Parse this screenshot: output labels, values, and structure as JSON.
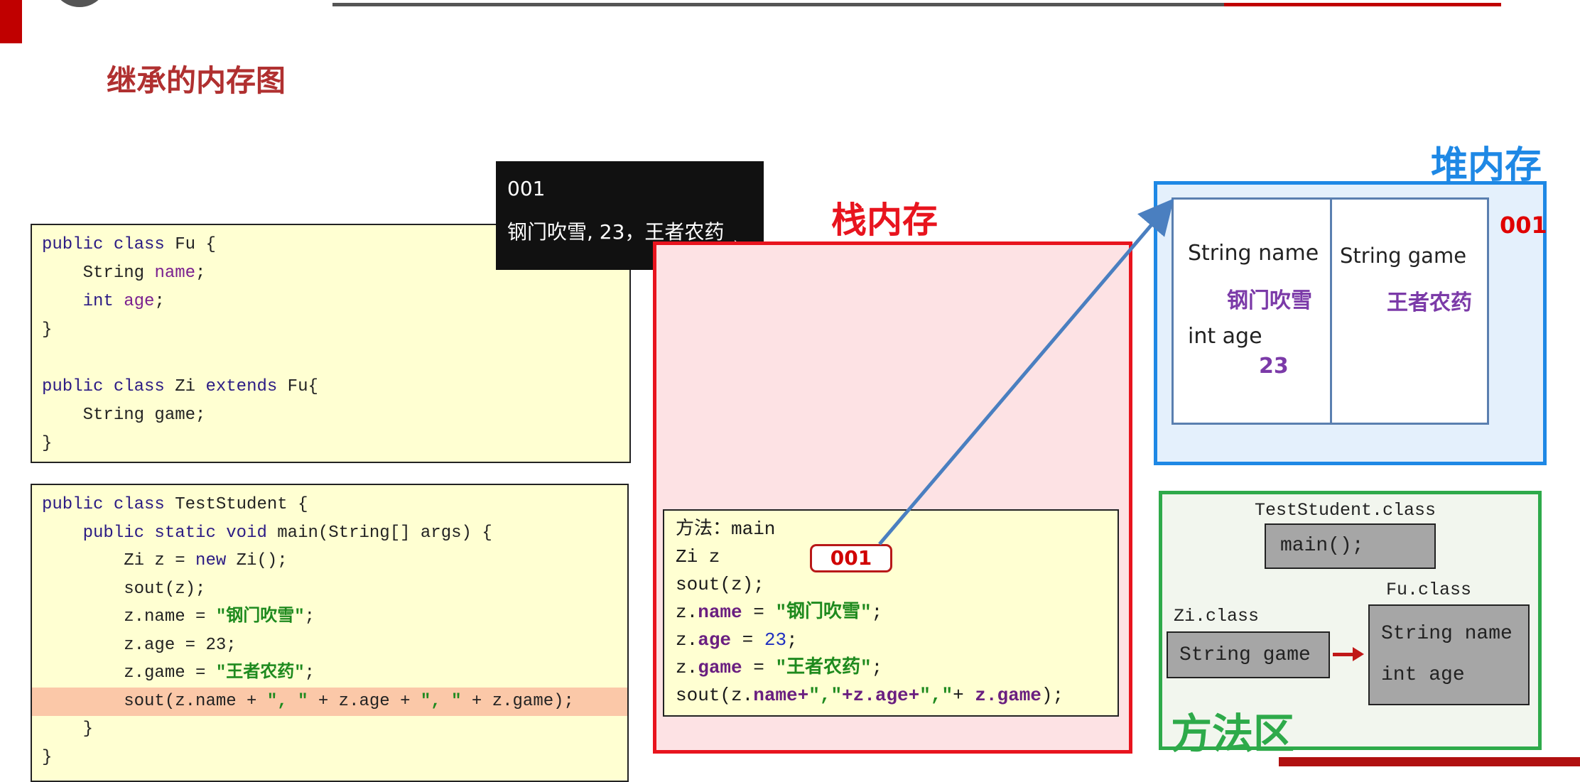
{
  "slide": {
    "title": "继承的内存图"
  },
  "tooltip": {
    "line1": "001",
    "line2": "钢门吹雪, 23，王者农药"
  },
  "code_fu_zi": [
    [
      {
        "t": "public class ",
        "c": "k"
      },
      {
        "t": "Fu {",
        "c": ""
      }
    ],
    [
      {
        "t": "    String ",
        "c": ""
      },
      {
        "t": "name",
        "c": "f"
      },
      {
        "t": ";",
        "c": ""
      }
    ],
    [
      {
        "t": "    int ",
        "c": "k"
      },
      {
        "t": "age",
        "c": "f"
      },
      {
        "t": ";",
        "c": ""
      }
    ],
    [
      {
        "t": "}",
        "c": ""
      }
    ],
    [],
    [
      {
        "t": "public class ",
        "c": "k"
      },
      {
        "t": "Zi ",
        "c": ""
      },
      {
        "t": "extends ",
        "c": "k"
      },
      {
        "t": "Fu{",
        "c": ""
      }
    ],
    [
      {
        "t": "    String game;",
        "c": ""
      }
    ],
    [
      {
        "t": "}",
        "c": ""
      }
    ]
  ],
  "code_test": [
    [
      {
        "t": "public class ",
        "c": "k"
      },
      {
        "t": "TestStudent {",
        "c": ""
      }
    ],
    [
      {
        "t": "    public static void ",
        "c": "k"
      },
      {
        "t": "main(String[] args) {",
        "c": ""
      }
    ],
    [
      {
        "t": "        Zi z = ",
        "c": ""
      },
      {
        "t": "new ",
        "c": "k"
      },
      {
        "t": "Zi();",
        "c": ""
      }
    ],
    [
      {
        "t": "        sout(z);",
        "c": ""
      }
    ],
    [
      {
        "t": "        z.name = ",
        "c": ""
      },
      {
        "t": "\"钢门吹雪\"",
        "c": "s"
      },
      {
        "t": ";",
        "c": ""
      }
    ],
    [
      {
        "t": "        z.age = 23;",
        "c": ""
      }
    ],
    [
      {
        "t": "        z.game = ",
        "c": ""
      },
      {
        "t": "\"王者农药\"",
        "c": "s"
      },
      {
        "t": ";",
        "c": ""
      }
    ],
    [
      {
        "t": "        sout(z.name + ",
        "c": ""
      },
      {
        "t": "\", \"",
        "c": "s"
      },
      {
        "t": " + z.age + ",
        "c": ""
      },
      {
        "t": "\", \"",
        "c": "s"
      },
      {
        "t": " + z.game);",
        "c": ""
      }
    ],
    [
      {
        "t": "    }",
        "c": ""
      }
    ],
    [
      {
        "t": "}",
        "c": ""
      }
    ]
  ],
  "code_test_highlighted_line": 7,
  "stack": {
    "label": "栈内存",
    "frame_lines": [
      [
        {
          "t": "方法：main",
          "c": ""
        }
      ],
      [
        {
          "t": "Zi z",
          "c": ""
        }
      ],
      [
        {
          "t": "sout(z);",
          "c": ""
        }
      ],
      [
        {
          "t": "z.",
          "c": ""
        },
        {
          "t": "name",
          "c": "f"
        },
        {
          "t": " = ",
          "c": ""
        },
        {
          "t": "\"钢门吹雪\"",
          "c": "s"
        },
        {
          "t": ";",
          "c": ""
        }
      ],
      [
        {
          "t": "z.",
          "c": ""
        },
        {
          "t": "age",
          "c": "f"
        },
        {
          "t": " = ",
          "c": ""
        },
        {
          "t": "23",
          "c": "n"
        },
        {
          "t": ";",
          "c": ""
        }
      ],
      [
        {
          "t": "z.",
          "c": ""
        },
        {
          "t": "game",
          "c": "f"
        },
        {
          "t": " = ",
          "c": ""
        },
        {
          "t": "\"王者农药\"",
          "c": "s"
        },
        {
          "t": ";",
          "c": ""
        }
      ],
      [
        {
          "t": "sout(z.",
          "c": ""
        },
        {
          "t": "name+",
          "c": "f"
        },
        {
          "t": "\",\"",
          "c": "s"
        },
        {
          "t": "+z.age+",
          "c": "f"
        },
        {
          "t": "\",\"",
          "c": "s"
        },
        {
          "t": "+ ",
          "c": ""
        },
        {
          "t": "z.game",
          "c": "f"
        },
        {
          "t": ");",
          "c": ""
        }
      ]
    ],
    "reference": "001"
  },
  "heap": {
    "label": "堆内存",
    "address": "001",
    "fields": {
      "name_decl": "String name",
      "name_value": "钢门吹雪",
      "age_decl": "int age",
      "age_value": "23",
      "game_decl": "String game",
      "game_value": "王者农药"
    }
  },
  "method_area": {
    "label": "方法区",
    "test_class": "TestStudent.class",
    "main_method": "main();",
    "zi_class": "Zi.class",
    "zi_field": "String game",
    "fu_class": "Fu.class",
    "fu_field_name": "String name",
    "fu_field_age": "int age"
  },
  "colors": {
    "title": "#b03030",
    "stack": "#e8141e",
    "heap": "#1e88e5",
    "method_area": "#2eaa4a",
    "value_purple": "#7b3aa8"
  }
}
